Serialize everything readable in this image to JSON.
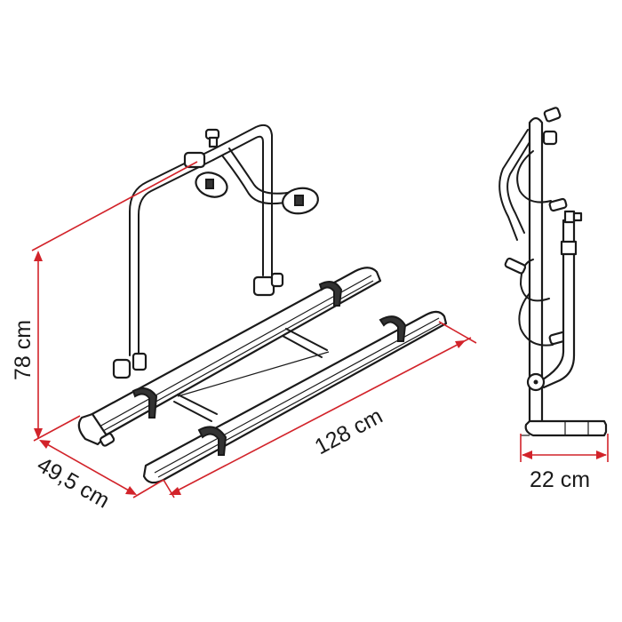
{
  "diagram": {
    "subject": "rear bike carrier with two wheel rails",
    "dimension_color": "#d2232a",
    "line_color": "#1a1a1a",
    "background": "#ffffff",
    "dimensions": {
      "height": "78 cm",
      "depth": "49,5 cm",
      "length": "128 cm",
      "folded_depth": "22 cm"
    },
    "views": [
      {
        "name": "perspective-view",
        "labels": [
          "78 cm",
          "49,5 cm",
          "128 cm"
        ]
      },
      {
        "name": "side-view",
        "labels": [
          "22 cm"
        ]
      }
    ]
  }
}
